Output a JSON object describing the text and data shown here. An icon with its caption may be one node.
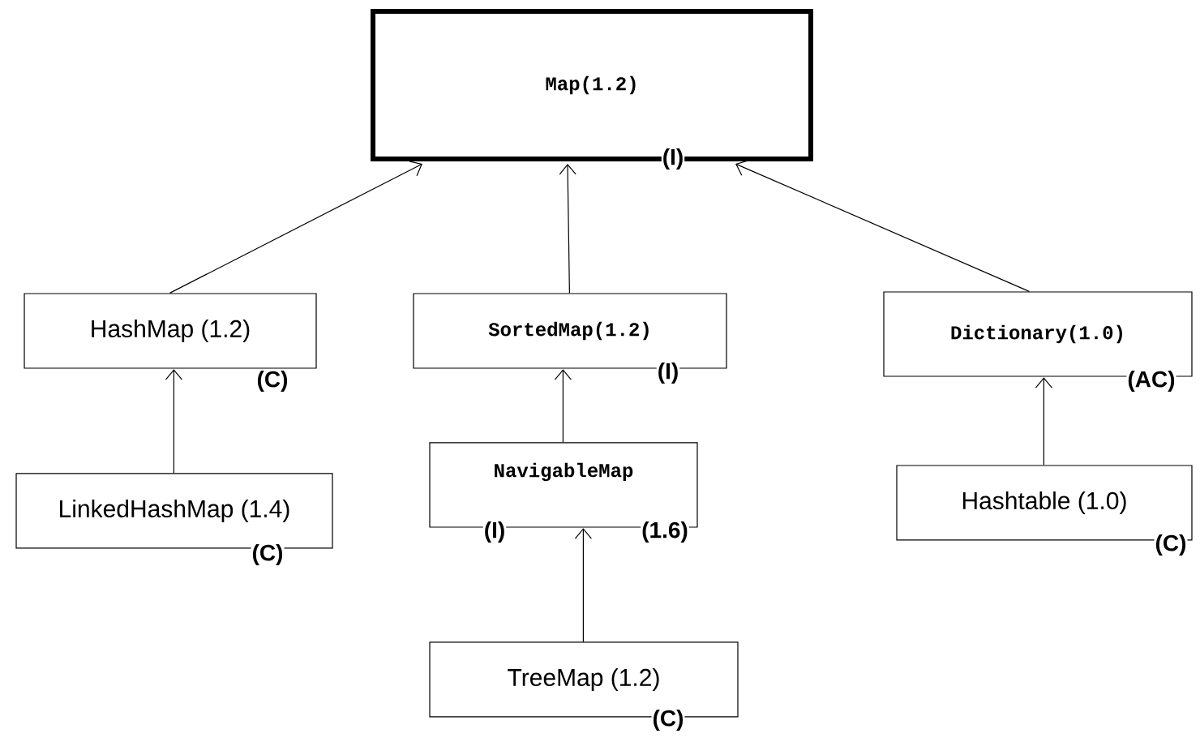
{
  "diagram": {
    "nodes": [
      {
        "text": [
          "Map(1.2)"
        ],
        "beside": [
          "(I)"
        ]
      },
      {
        "text": [
          "HashMap (1.2)"
        ],
        "beside": [
          "(C)"
        ]
      },
      {
        "text": [
          "LinkedHashMap (1.4)"
        ],
        "beside": [
          "(C)"
        ]
      },
      {
        "text": [
          "SortedMap(1.2)"
        ],
        "beside": [
          "(I)"
        ]
      },
      {
        "text": [
          "NavigableMap"
        ],
        "beside": [
          "(I)",
          "(1.6)"
        ]
      },
      {
        "text": [
          "TreeMap (1.2)"
        ],
        "beside": [
          "(C)"
        ]
      },
      {
        "text": [
          "Dictionary(1.0)"
        ],
        "beside": [
          "(AC)"
        ]
      },
      {
        "text": [
          "Hashtable (1.0)"
        ],
        "beside": [
          "(C)"
        ]
      }
    ],
    "edges": [
      {
        "from": 1,
        "to": 0,
        "arrow": "to"
      },
      {
        "from": 3,
        "to": 0,
        "arrow": "to"
      },
      {
        "from": 6,
        "to": 0,
        "arrow": "to"
      },
      {
        "from": 2,
        "to": 1,
        "arrow": "to"
      },
      {
        "from": 4,
        "to": 3,
        "arrow": "to"
      },
      {
        "from": 5,
        "to": 4,
        "arrow": "to"
      },
      {
        "from": 7,
        "to": 6,
        "arrow": "to"
      }
    ]
  }
}
